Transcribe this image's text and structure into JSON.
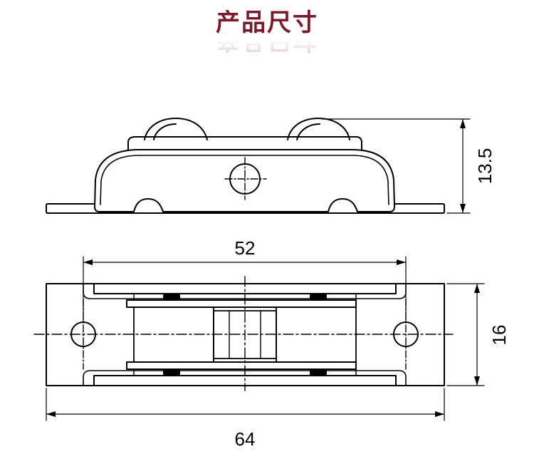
{
  "title": "产品尺寸",
  "dimensions": {
    "height": "13.5",
    "inner_length": "52",
    "width": "16",
    "total_length": "64"
  }
}
